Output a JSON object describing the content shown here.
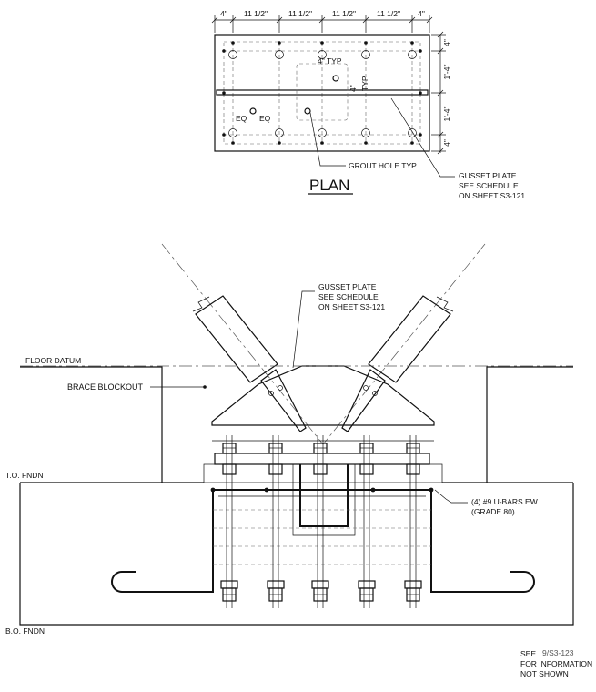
{
  "plan": {
    "dims_top": [
      "4\"",
      "11 1/2\"",
      "11 1/2\"",
      "11 1/2\"",
      "11 1/2\"",
      "4\""
    ],
    "dims_right": [
      "4\"",
      "1'-4\"",
      "1'-4\"",
      "4\""
    ],
    "typ_label": "4\" TYP",
    "typ_label_vert_a": "4\"",
    "typ_label_vert_b": "TYP",
    "eq_a": "EQ",
    "eq_b": "EQ",
    "grout_label": "GROUT HOLE TYP",
    "gusset_line1": "GUSSET PLATE",
    "gusset_line2": "SEE SCHEDULE",
    "gusset_line3": "ON SHEET S3-121",
    "title": "PLAN"
  },
  "elevation": {
    "gusset_line1": "GUSSET PLATE",
    "gusset_line2": "SEE SCHEDULE",
    "gusset_line3": "ON SHEET S3-121",
    "floor_datum": "FLOOR DATUM",
    "brace_blockout": "BRACE BLOCKOUT",
    "to_fndn": "T.O. FNDN",
    "bo_fndn": "B.O. FNDN",
    "ubars_line1": "(4) #9 U-BARS EW",
    "ubars_line2": "(GRADE 80)"
  },
  "note": {
    "see": "SEE",
    "ref": "9/S3-123",
    "line2": "FOR INFORMATION",
    "line3": "NOT SHOWN"
  }
}
